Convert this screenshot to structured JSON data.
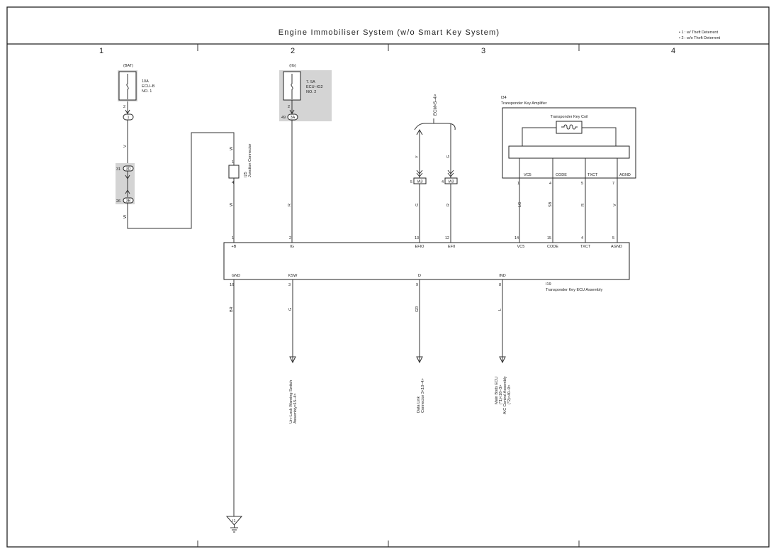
{
  "header": {
    "title": "Engine Immobiliser System (w/o Smart Key System)",
    "notes": [
      "• 1 : w/ Theft Deterrent",
      "• 2 : w/o Theft Deterrent"
    ]
  },
  "columns": [
    "1",
    "2",
    "3",
    "4"
  ],
  "fuse_bat": {
    "supply": "(BAT)",
    "rating": "10A",
    "name": "ECU–B",
    "number": "NO. 1",
    "pin": "2",
    "conn": "1"
  },
  "fuse_ig": {
    "supply": "(IG)",
    "rating": "7. 5A",
    "name": "ECU–IG2",
    "number": "NO. 2",
    "pin": "2",
    "conn_pin": "49",
    "conn": "3A"
  },
  "jb": {
    "top_pin": "31",
    "top_conn": "3D",
    "bot_pin": "26",
    "bot_conn": "3B"
  },
  "junction": {
    "id": "I25",
    "name": "Junction Connector",
    "pin_top": "1",
    "pin_bot": "4"
  },
  "wires": {
    "v_upper": "V",
    "w_lower": "W",
    "w_j1": "W",
    "w_j2": "W",
    "r_ig": "R",
    "y_efio": "Y",
    "g_efii": "G",
    "g_efio": "G",
    "r_efii": "R",
    "lg": "LG",
    "sb": "SB",
    "r_txct": "R",
    "v_agnd": "V",
    "br": "BR",
    "g_ksw": "G",
    "gr": "GR",
    "l": "L"
  },
  "ecm": {
    "ref": "ECM<5–4>",
    "conn": "IA3",
    "pin_left": "5",
    "pin_right": "4"
  },
  "amplifier": {
    "id": "I34",
    "name": "Transponder Key Amplifier",
    "coil": "Transponder Key Coil",
    "terminals": [
      "VC5",
      "CODE",
      "TXCT",
      "AGND"
    ],
    "pins": [
      "1",
      "4",
      "5",
      "7"
    ]
  },
  "ecu": {
    "id": "I19",
    "name": "Transponder Key ECU Assembly",
    "top_pins": [
      "1",
      "2",
      "13",
      "12",
      "14",
      "15",
      "4",
      "5"
    ],
    "top_terms": [
      "+B",
      "IG",
      "EFIO",
      "EFII",
      "VC5",
      "CODE",
      "TXCT",
      "AGND"
    ],
    "bot_terms": [
      "GND",
      "KSW",
      "D",
      "IND"
    ],
    "bot_pins": [
      "16",
      "3",
      "9",
      "8"
    ]
  },
  "destinations": {
    "unlock": [
      "Un–Lock Warning Switch",
      "Assembly<15–4>"
    ],
    "dlc": [
      "Data Link",
      "Connector 3<10–4>"
    ],
    "body": [
      "Main Body ECU",
      "(*1)<18–3>",
      "A/C Control Assembly",
      "(*2)<40–9>"
    ]
  },
  "ground": "I1"
}
